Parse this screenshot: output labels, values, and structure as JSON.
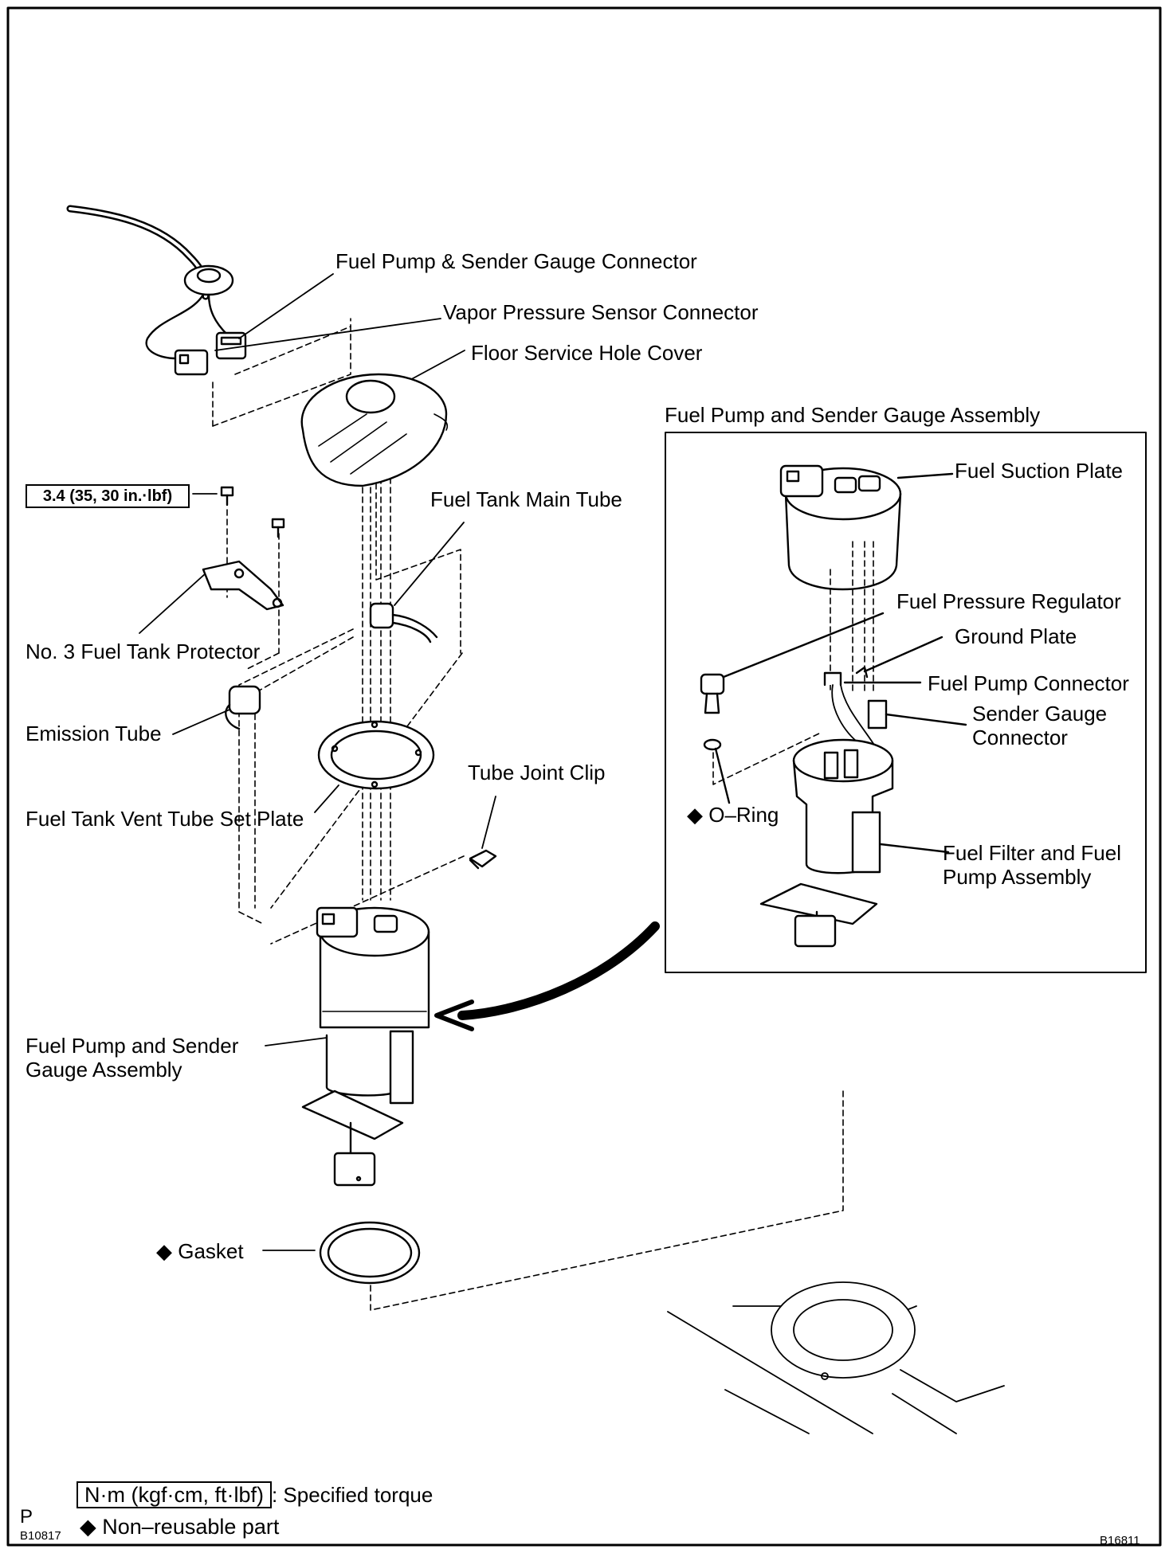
{
  "labels": {
    "pump_sender_connector": "Fuel Pump & Sender Gauge Connector",
    "vapor_connector": "Vapor Pressure Sensor Connector",
    "floor_cover": "Floor Service Hole Cover",
    "torque_value": "3.4 (35, 30 in.·lbf)",
    "main_tube": "Fuel Tank Main Tube",
    "protector": "No. 3 Fuel Tank Protector",
    "emission_tube": "Emission Tube",
    "tube_joint_clip": "Tube Joint Clip",
    "vent_plate": "Fuel Tank Vent Tube Set Plate",
    "assembly_left": "Fuel Pump and Sender Gauge Assembly",
    "gasket": "◆ Gasket"
  },
  "inset": {
    "title": "Fuel Pump and Sender Gauge Assembly",
    "suction_plate": "Fuel Suction Plate",
    "pressure_regulator": "Fuel Pressure Regulator",
    "ground_plate": "Ground Plate",
    "pump_connector": "Fuel Pump Connector",
    "sender_connector": "Sender Gauge Connector",
    "o_ring": "◆ O–Ring",
    "filter_pump": "Fuel Filter and Fuel Pump Assembly"
  },
  "legend": {
    "corner_code": "P",
    "figure_code_left": "B10817",
    "torque_unit": "N·m (kgf·cm, ft·lbf)",
    "torque_desc": ": Specified torque",
    "nonreusable": "◆ Non–reusable part",
    "figure_code_right": "B16811"
  }
}
